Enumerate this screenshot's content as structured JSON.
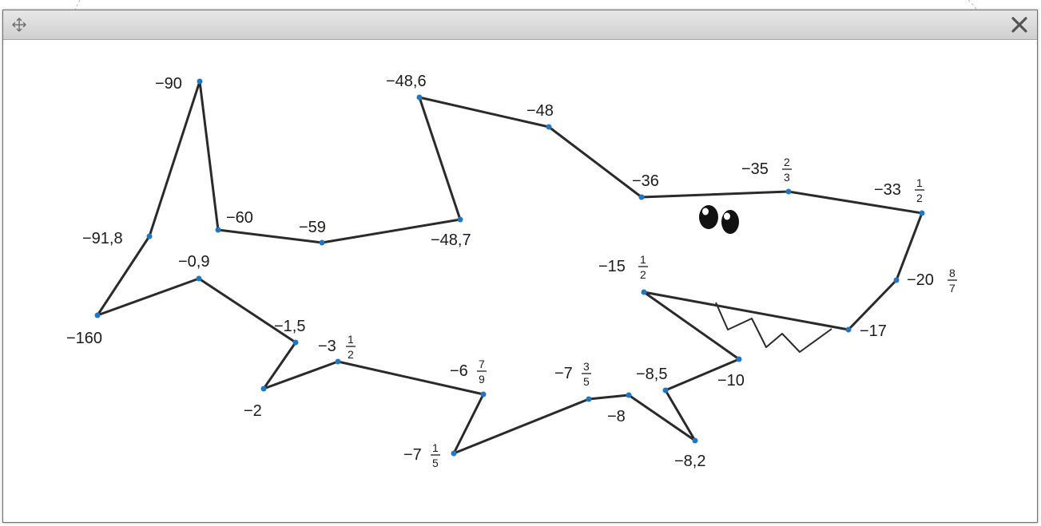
{
  "window": {
    "move_icon": "move-arrows-icon",
    "close_icon": "close-x-icon"
  },
  "colors": {
    "titlebar": "#d9d9d9",
    "line": "#2a2a2a",
    "dot": "#1f77c4",
    "eye": "#111111"
  },
  "puzzle": {
    "labels": {
      "p1": "−90",
      "p2": "−91,8",
      "p3": "−160",
      "p4": "−0,9",
      "p5": "−1,5",
      "p6": "−2",
      "p7_whole": "−3",
      "p7_num": "1",
      "p7_den": "2",
      "p8_whole": "−6",
      "p8_num": "7",
      "p8_den": "9",
      "p9_whole": "−7",
      "p9_num": "1",
      "p9_den": "5",
      "p10_whole": "−7",
      "p10_num": "3",
      "p10_den": "5",
      "p11": "−8",
      "p12": "−8,2",
      "p13": "−8,5",
      "p14": "−10",
      "p15_whole": "−15",
      "p15_num": "1",
      "p15_den": "2",
      "p16": "−17",
      "p17_whole": "−20",
      "p17_num": "8",
      "p17_den": "7",
      "p18_whole": "−33",
      "p18_num": "1",
      "p18_den": "2",
      "p19_whole": "−35",
      "p19_num": "2",
      "p19_den": "3",
      "p20": "−36",
      "p21": "−48",
      "p22": "−48,6",
      "p23": "−48,7",
      "p24": "−59",
      "p25": "−60"
    }
  }
}
